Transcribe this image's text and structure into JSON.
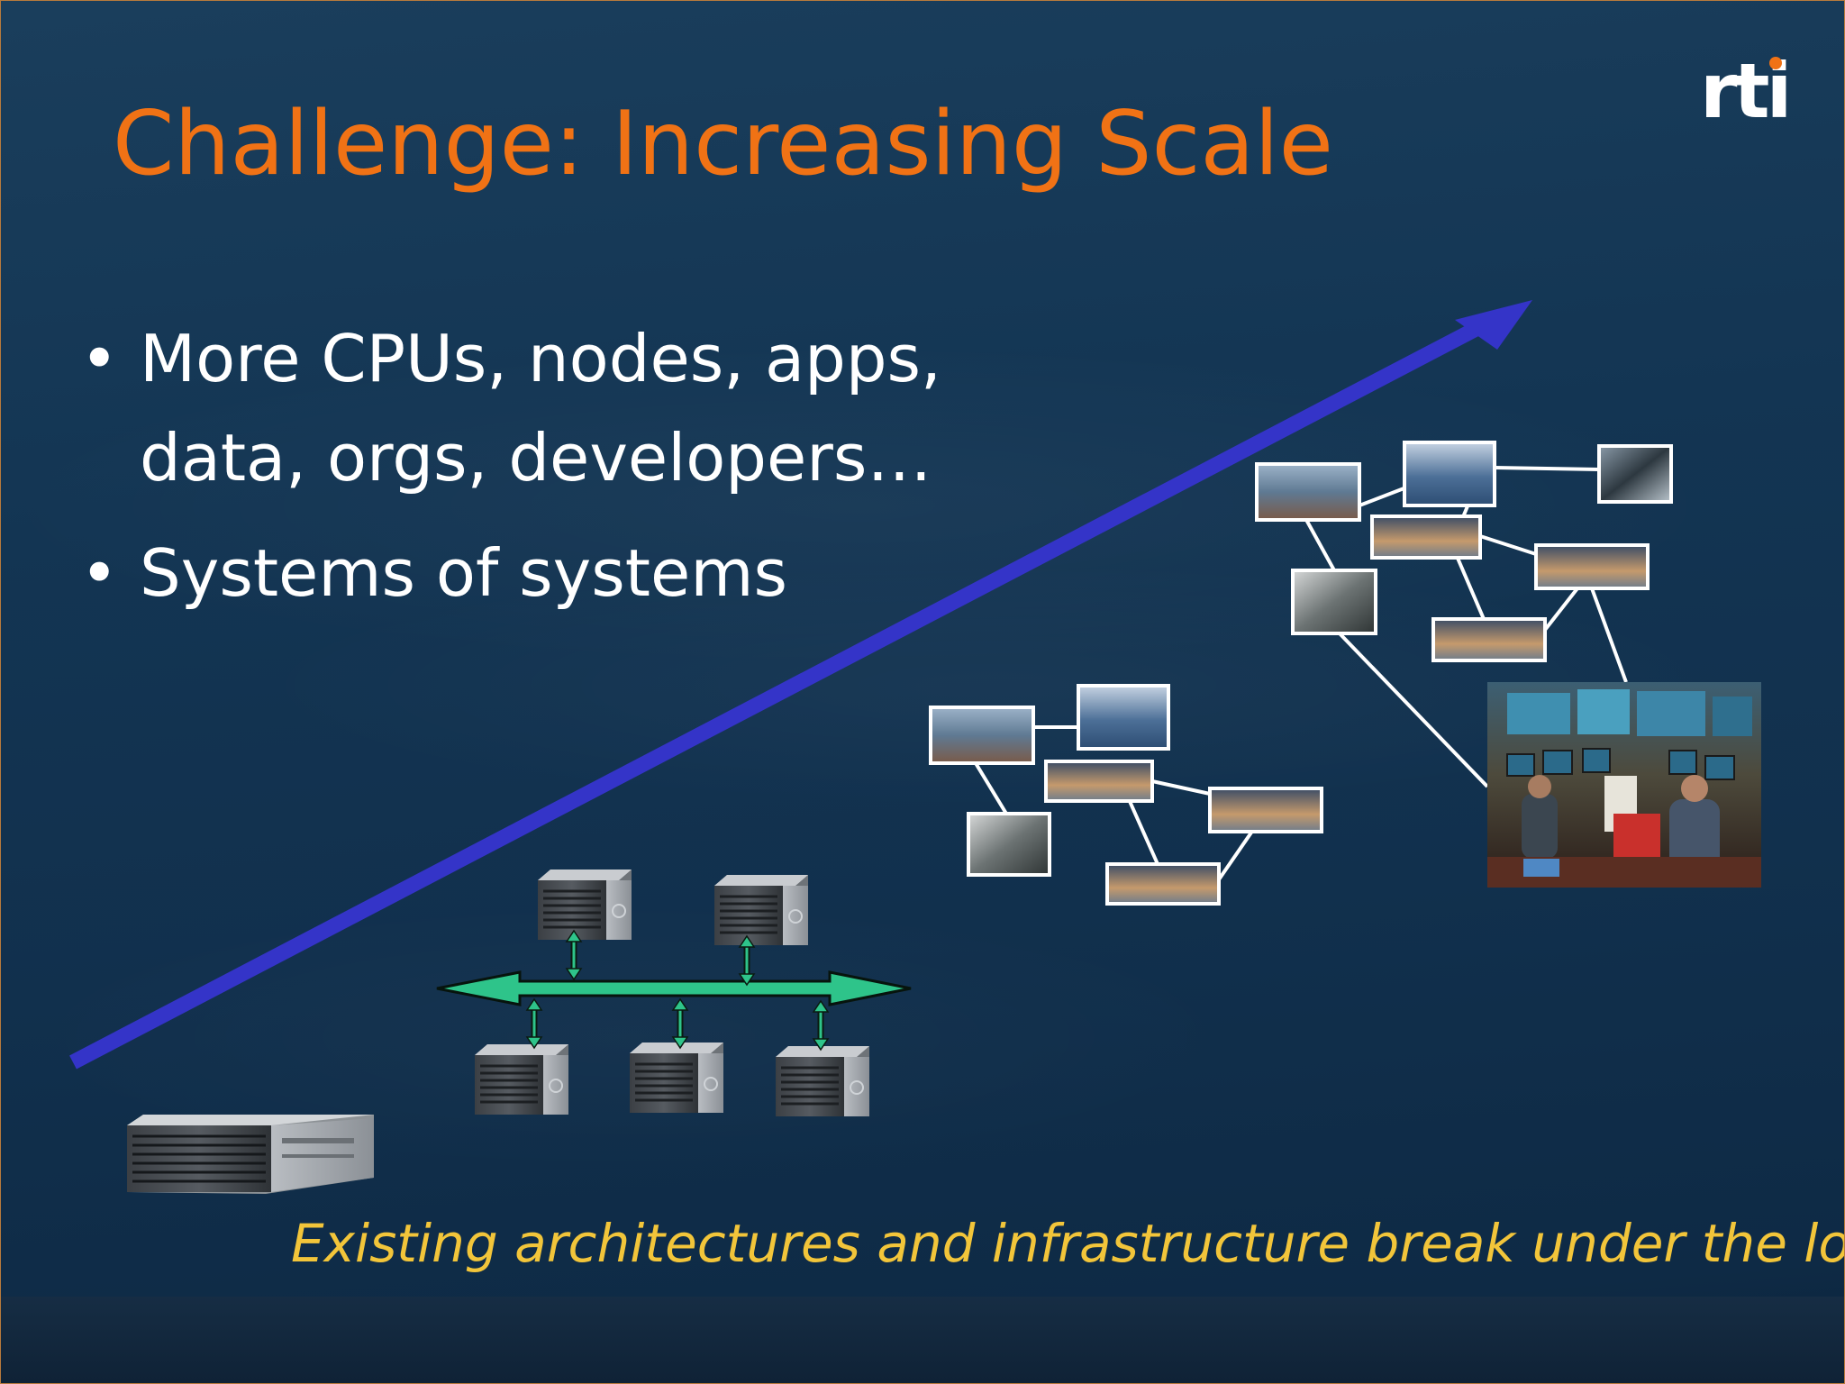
{
  "slide": {
    "title": "Challenge: Increasing Scale",
    "logo_text": "rti",
    "bullets": [
      {
        "line1": "More CPUs, nodes, apps,",
        "line2": "data, orgs, developers…"
      },
      {
        "line1": "Systems of systems"
      }
    ],
    "caption": "Existing architectures and infrastructure break under the load"
  },
  "colors": {
    "title": "#f07215",
    "caption": "#f2c53a",
    "growth_arrow": "#3434c8",
    "bus_arrow": "#2ec48a"
  },
  "icons": [
    "growth-arrow-icon",
    "server-rack-icon",
    "server-node-icon",
    "bus-arrow-icon",
    "photo-thumbnail-icon",
    "control-room-photo"
  ]
}
